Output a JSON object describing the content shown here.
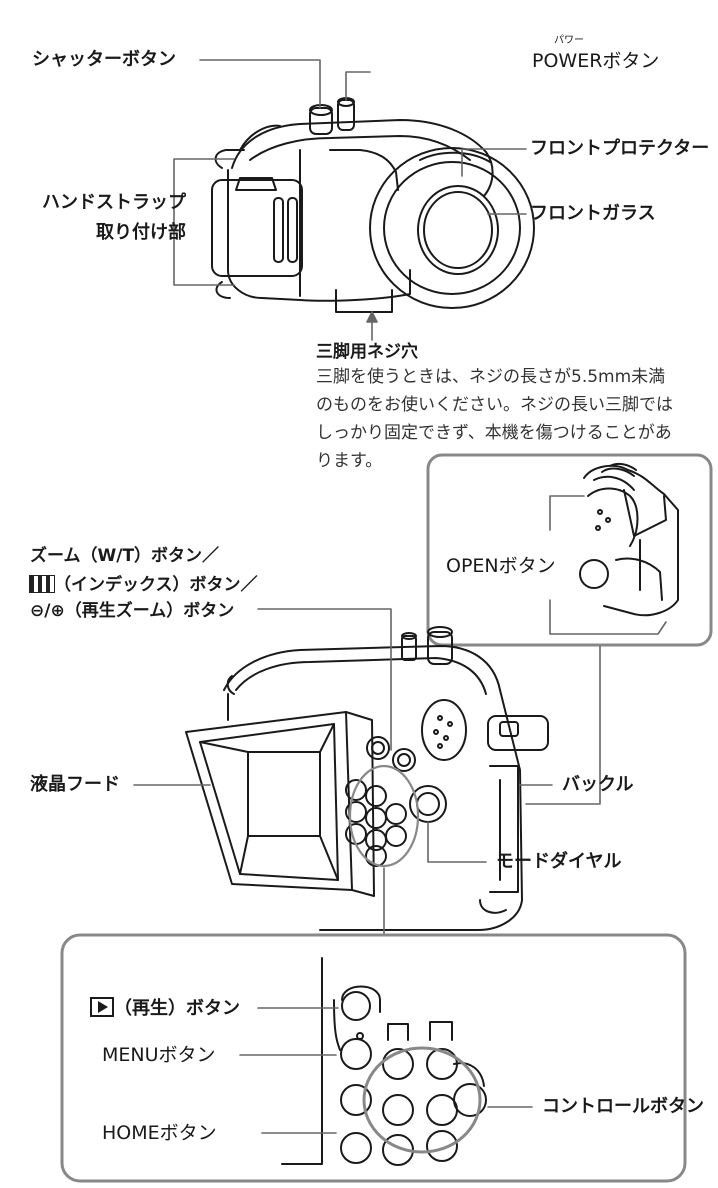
{
  "top": {
    "shutter_button": "シャッターボタン",
    "power_ruby": "パワー",
    "power_button": "POWERボタン",
    "front_protector": "フロントプロテクター",
    "front_glass": "フロントガラス",
    "hand_strap_line1": "ハンドストラップ",
    "hand_strap_line2": "取り付け部",
    "tripod_title": "三脚用ネジ穴",
    "tripod_note": "三脚を使うときは、ネジの長さが5.5mm未満のものをお使いください。ネジの長い三脚ではしっかり固定できず、本機を傷つけることがあります。"
  },
  "back": {
    "zoom_line1": "ズーム（W/T）ボタン／",
    "zoom_line2": "（インデックス）ボタン／",
    "zoom_line3": "（再生ズーム）ボタン",
    "open_button": "OPENボタン",
    "lcd_hood": "液晶フード",
    "buckle": "バックル",
    "mode_dial": "モードダイヤル"
  },
  "detail": {
    "play_button": "（再生）ボタン",
    "menu_button": "MENUボタン",
    "control_button": "コントロールボタン",
    "home_button": "HOMEボタン"
  }
}
